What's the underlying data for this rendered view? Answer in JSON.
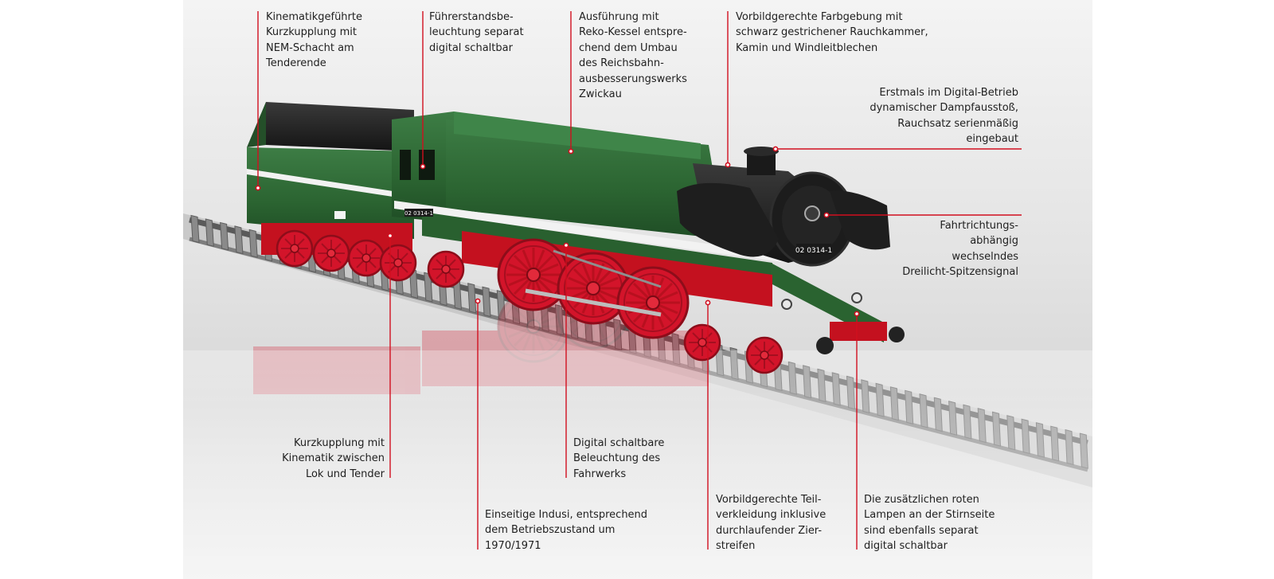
{
  "colors": {
    "leader": "#d10f1f",
    "loco_green": "#2f6a36",
    "loco_black": "#1d1d1d",
    "wheel_red": "#d3142a",
    "rail": "#6a6a6a"
  },
  "locomotive": {
    "number_plate": "02 0314-1",
    "tender_plate": "02 0314-1"
  },
  "annotations": [
    {
      "id": "kurzkupplung-tender",
      "text": "Kinematikgeführte\nKurzkupplung mit\nNEM-Schacht am\nTenderende"
    },
    {
      "id": "fuehrerstand-beleuchtung",
      "text": "Führerstandsbe-\nleuchtung separat\ndigital schaltbar"
    },
    {
      "id": "reko-kessel",
      "text": "Ausführung mit\nReko-Kessel entspre-\nchend dem Umbau\ndes Reichsbahn-\nausbesserungswerks\nZwickau"
    },
    {
      "id": "farbgebung",
      "text": "Vorbildgerechte Farbgebung mit\nschwarz gestrichener Rauchkammer,\nKamin und Windleitblechen"
    },
    {
      "id": "dampfausstoss",
      "text": "Erstmals im Digital-Betrieb\ndynamischer Dampfausstoß,\nRauchsatz serienmäßig\neingebaut"
    },
    {
      "id": "spitzensignal",
      "text": "Fahrtrichtungs-\nabhängig\nwechselndes\nDreilicht-Spitzensignal"
    },
    {
      "id": "kurzkupplung-lok-tender",
      "text": "Kurzkupplung mit\nKinematik zwischen\nLok und Tender"
    },
    {
      "id": "indusi",
      "text": "Einseitige Indusi, entsprechend\ndem Betriebszustand um\n1970/1971"
    },
    {
      "id": "fahrwerk-beleuchtung",
      "text": "Digital schaltbare\nBeleuchtung des\nFahrwerks"
    },
    {
      "id": "teilverkleidung",
      "text": "Vorbildgerechte Teil-\nverkleidung inklusive\ndurchlaufender Zier-\nstreifen"
    },
    {
      "id": "rote-lampen",
      "text": "Die zusätzlichen roten\nLampen an der Stirnseite\nsind ebenfalls separat\ndigital schaltbar"
    }
  ]
}
